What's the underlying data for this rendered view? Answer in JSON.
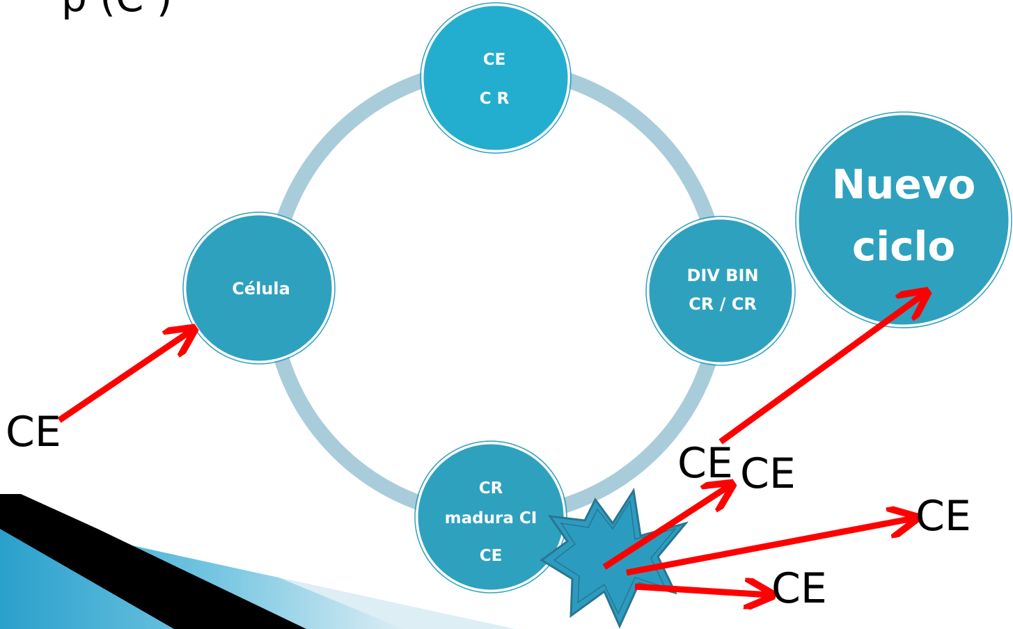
{
  "title_fragment": "p (C )",
  "cycle": {
    "top": {
      "line1": "CE",
      "line2": "C R"
    },
    "right": {
      "line1": "DIV BIN",
      "line2": "CR / CR"
    },
    "bottom": {
      "line1": "CR",
      "line2": "madura CI",
      "line3": "CE"
    },
    "left": {
      "line1": "Célula"
    }
  },
  "new_cycle": {
    "line1": "Nuevo",
    "line2": "ciclo"
  },
  "labels": {
    "ce_left": "CE",
    "ce_mid_a": "CE",
    "ce_mid_b": "CE",
    "ce_right": "CE",
    "ce_bottom": "CE"
  },
  "colors": {
    "node_fill": "#2ea1bf",
    "node_top_fill": "#23aed0",
    "ring": "#a9ccdb",
    "arrow": "#ff0000",
    "burst": "#2b9cc0",
    "burst_stroke": "#2a7590"
  }
}
